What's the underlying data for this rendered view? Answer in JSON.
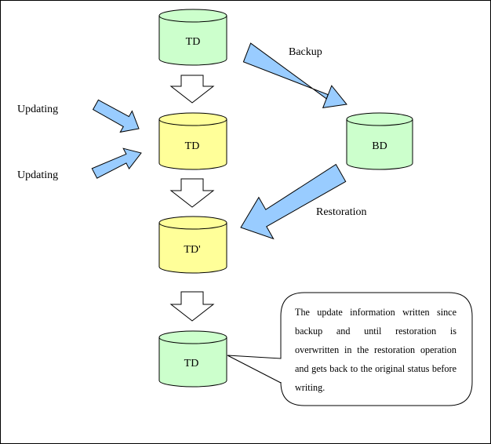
{
  "colors": {
    "green_cylinder": "#ccffcc",
    "yellow_cylinder": "#ffff99",
    "blue_arrow": "#99ccff",
    "outline": "#000000"
  },
  "cylinders": {
    "td_top": {
      "label": "TD",
      "color": "green"
    },
    "td_updating": {
      "label": "TD",
      "color": "yellow"
    },
    "td_prime": {
      "label": "TD'",
      "color": "yellow"
    },
    "td_bottom": {
      "label": "TD",
      "color": "green"
    },
    "bd": {
      "label": "BD",
      "color": "green"
    }
  },
  "labels": {
    "backup": "Backup",
    "restoration": "Restoration",
    "updating_1": "Updating",
    "updating_2": "Updating"
  },
  "callout": {
    "text": "The update information written since backup and until restoration is overwritten in the restoration operation and gets back to the original status before writing."
  }
}
